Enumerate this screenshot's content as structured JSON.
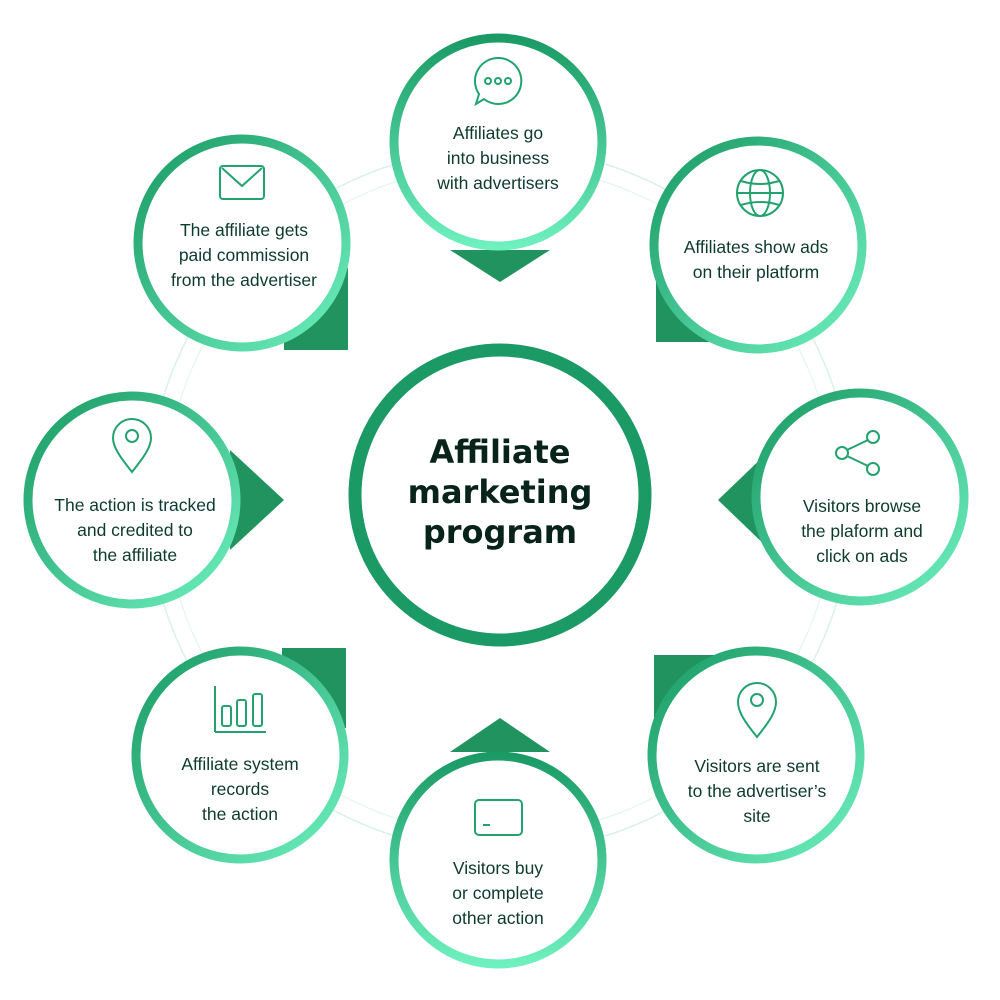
{
  "colors": {
    "ring_dark": "#1a9a64",
    "ring_light": "#6ef0bf",
    "pointer": "#20935f",
    "icon": "#22a36e",
    "orbit": "#d9f2e7",
    "text": "#0d3b2a"
  },
  "center": {
    "title_lines": [
      "Affiliate",
      "marketing",
      "program"
    ]
  },
  "nodes": [
    {
      "id": "go-into-business",
      "icon": "chat-bubble-icon",
      "lines": [
        "Affiliates go",
        "into business",
        "with advertisers"
      ]
    },
    {
      "id": "show-ads",
      "icon": "globe-icon",
      "lines": [
        "Affiliates show ads",
        "on their platform"
      ]
    },
    {
      "id": "visitors-browse",
      "icon": "share-icon",
      "lines": [
        "Visitors browse",
        "the plaform and",
        "click on ads"
      ]
    },
    {
      "id": "sent-to-site",
      "icon": "location-pin-icon",
      "lines": [
        "Visitors are sent",
        "to the advertiser’s",
        "site"
      ]
    },
    {
      "id": "visitors-buy",
      "icon": "credit-card-icon",
      "lines": [
        "Visitors buy",
        "or complete",
        "other action"
      ]
    },
    {
      "id": "system-records",
      "icon": "bar-chart-icon",
      "lines": [
        "Affiliate system",
        "records",
        "the action"
      ]
    },
    {
      "id": "action-tracked",
      "icon": "location-pin-icon",
      "lines": [
        "The action is tracked",
        "and credited to",
        "the affiliate"
      ]
    },
    {
      "id": "paid-commission",
      "icon": "envelope-icon",
      "lines": [
        "The affiliate gets",
        "paid commission",
        "from the advertiser"
      ]
    }
  ]
}
